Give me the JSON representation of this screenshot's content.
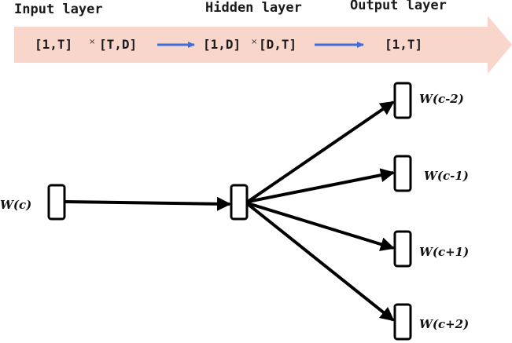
{
  "header": {
    "input_layer_label": "Input layer",
    "hidden_layer_label": "Hidden layer",
    "output_layer_label": "Output layer"
  },
  "banner": {
    "input_left_dim": "[1,T]",
    "multiply_sign_1": "×",
    "input_right_dim": "[T,D]",
    "hidden_left_dim": "[1,D]",
    "multiply_sign_2": "×",
    "hidden_right_dim": "[D,T]",
    "output_dim": "[1,T]",
    "banner_color": "#f8d6cc",
    "flow_arrow_color": "#3d6fd8"
  },
  "nodes": {
    "input_label": "W(c)",
    "outputs": [
      "W(c-2)",
      "W(c-1)",
      "W(c+1)",
      "W(c+2)"
    ]
  }
}
